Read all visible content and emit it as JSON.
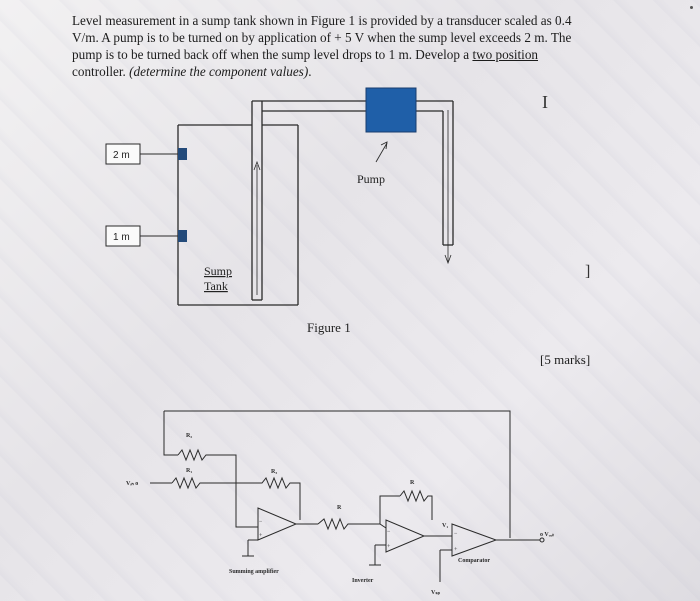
{
  "question": {
    "line1": "Level measurement in a sump tank shown in Figure 1 is provided by a transducer scaled as 0.4",
    "line2": "V/m. A pump is to be turned on by application of + 5 V when the sump level exceeds 2 m. The",
    "line3a": "pump is to be turned back off when the sump level drops to 1 m. Develop a ",
    "line3_link": "two position",
    "line4a": "controller. ",
    "line4_italic": "(determine the component values)",
    "line4b": "."
  },
  "figure1": {
    "label_2m": "2 m",
    "label_1m": "1 m",
    "pump_label": "Pump",
    "sump_label_1": "Sump",
    "sump_label_2": "Tank",
    "caption": "Figure 1"
  },
  "marks": "[5 marks]",
  "circuit": {
    "r2": "R₂",
    "r1": "R₁",
    "r3": "R₃",
    "r_a": "R",
    "r_b": "R",
    "vin": "Vᵢₙ o",
    "v1": "V₁",
    "vout": "o Vₒᵤₜ",
    "vsp": "Vₛₚ",
    "summing": "Summing amplifier",
    "inverter": "Inverter",
    "comparator": "Comparator"
  },
  "colors": {
    "pump_fill": "#1f5fa8",
    "sensor_fill": "#234a7a",
    "ink": "#2a2a2a"
  },
  "annotations": {
    "cursor": "I",
    "stray": "]"
  }
}
